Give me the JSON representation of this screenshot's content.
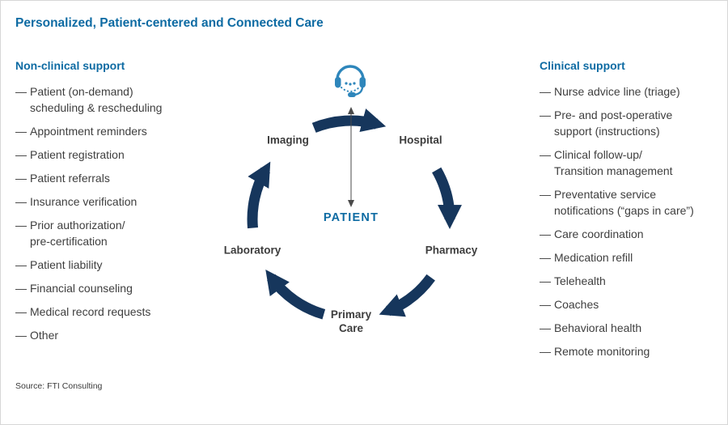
{
  "header": {
    "title": "Personalized, Patient-centered and Connected Care"
  },
  "ui": {
    "bullet": "—"
  },
  "non_clinical": {
    "heading": "Non-clinical support",
    "items": [
      "Patient (on-demand)\nscheduling & rescheduling",
      "Appointment reminders",
      "Patient registration",
      "Patient referrals",
      "Insurance verification",
      "Prior authorization/\npre-certification",
      "Patient liability",
      "Financial counseling",
      "Medical record requests",
      "Other"
    ]
  },
  "clinical": {
    "heading": "Clinical support",
    "items": [
      "Nurse advice line (triage)",
      "Pre- and post-operative\nsupport (instructions)",
      "Clinical follow-up/\nTransition management",
      "Preventative service\nnotifications (“gaps in care”)",
      "Care coordination",
      "Medication refill",
      "Telehealth",
      "Coaches",
      "Behavioral health",
      "Remote monitoring"
    ]
  },
  "diagram": {
    "patient_label": "PATIENT",
    "nodes": {
      "imaging": "Imaging",
      "hospital": "Hospital",
      "pharmacy": "Pharmacy",
      "primary_care": "Primary\nCare",
      "laboratory": "Laboratory"
    },
    "icon": "support-agent-headset-icon",
    "colors": {
      "arrow": "#16365c",
      "accent": "#0e6ba3",
      "icon_blue": "#2e86bb"
    }
  },
  "footer": {
    "source": "Source: FTI Consulting"
  }
}
